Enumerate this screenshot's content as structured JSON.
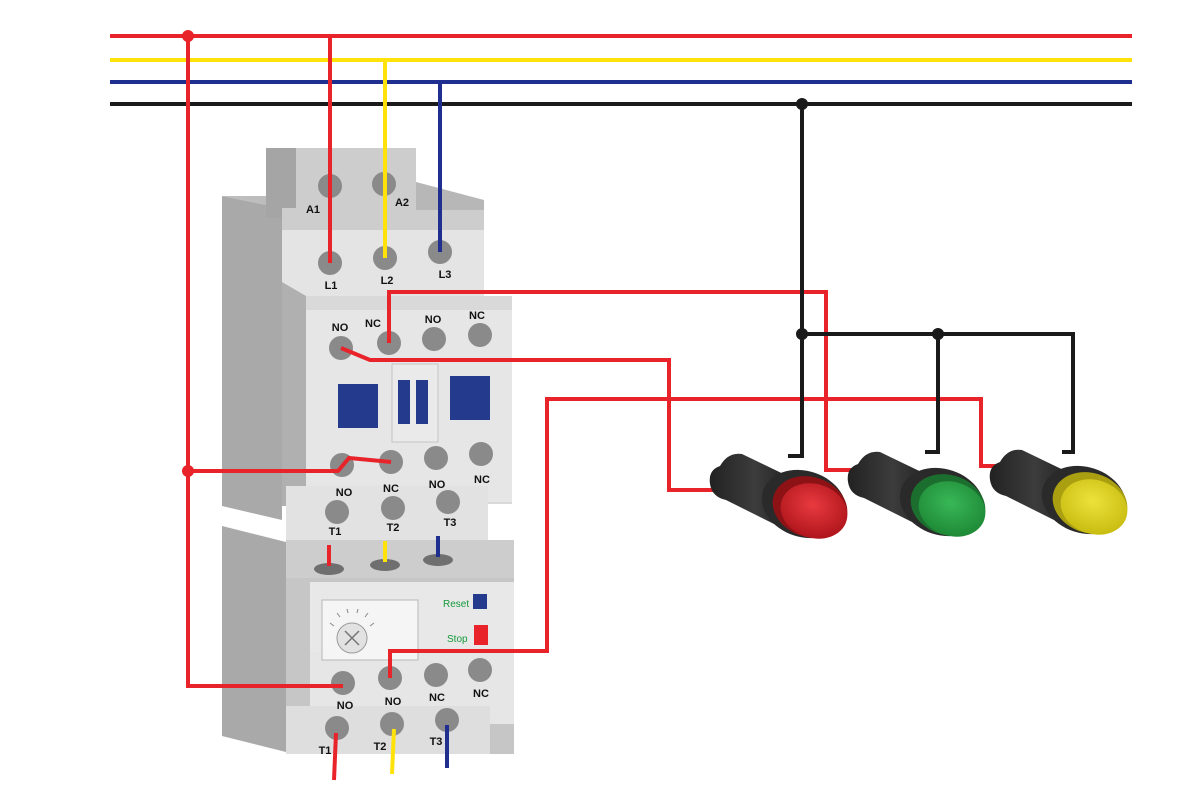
{
  "terminals": {
    "coil_a1": "A1",
    "coil_a2": "A2",
    "line_1": "L1",
    "line_2": "L2",
    "line_3": "L3",
    "contactor_top": [
      "NO",
      "NC",
      "NO",
      "NC"
    ],
    "contactor_bottom": [
      "NO",
      "NC",
      "NO",
      "NC"
    ],
    "contactor_out_1": "T1",
    "contactor_out_2": "T2",
    "contactor_out_3": "T3",
    "overload_aux": [
      "NO",
      "NO",
      "NC",
      "NC"
    ],
    "overload_out_1": "T1",
    "overload_out_2": "T2",
    "overload_out_3": "T3"
  },
  "overload_relay": {
    "reset_label": "Reset",
    "stop_label": "Stop"
  },
  "colors": {
    "wire_red": "#e8232a",
    "wire_yellow": "#ffe20a",
    "wire_blue": "#1f2f8f",
    "wire_black": "#1a1a1a",
    "lamp_red": "#d92128",
    "lamp_green": "#2ea84a",
    "lamp_yellow": "#e3d722",
    "panel_blue": "#243a8c",
    "body_grey": "#c9c9c9"
  },
  "indicator_lamps": [
    "red-lamp",
    "green-lamp",
    "yellow-lamp"
  ]
}
